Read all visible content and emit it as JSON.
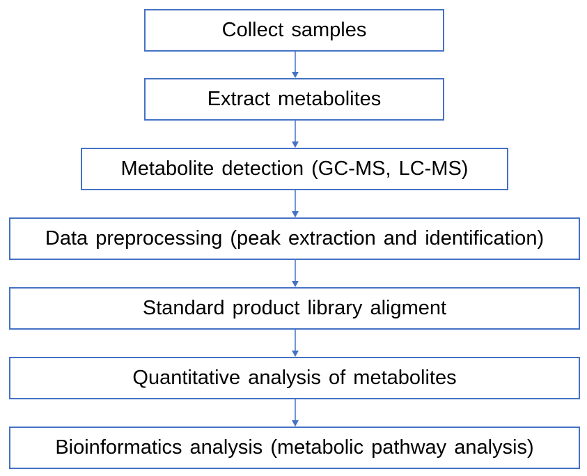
{
  "steps": [
    {
      "label": "Collect samples"
    },
    {
      "label": "Extract metabolites"
    },
    {
      "label": "Metabolite detection (GC-MS, LC-MS)"
    },
    {
      "label": "Data preprocessing (peak extraction and identification)"
    },
    {
      "label": "Standard product library aligment"
    },
    {
      "label": "Quantitative analysis of metabolites"
    },
    {
      "label": "Bioinformatics analysis (metabolic pathway analysis)"
    }
  ],
  "colors": {
    "box_border": "#4472C4",
    "arrow": "#4472C4",
    "text": "#000000"
  }
}
